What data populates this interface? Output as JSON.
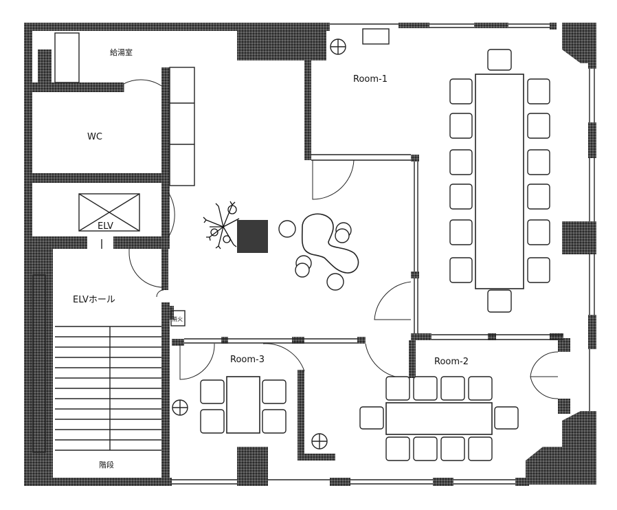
{
  "rooms": {
    "kitchenette": "給湯室",
    "wc": "WC",
    "elevator": "ELV",
    "elevator_hall": "ELVホール",
    "room1": "Room-1",
    "room2": "Room-2",
    "room3": "Room-3",
    "stairs": "階段",
    "fire_hydrant": "消火"
  }
}
